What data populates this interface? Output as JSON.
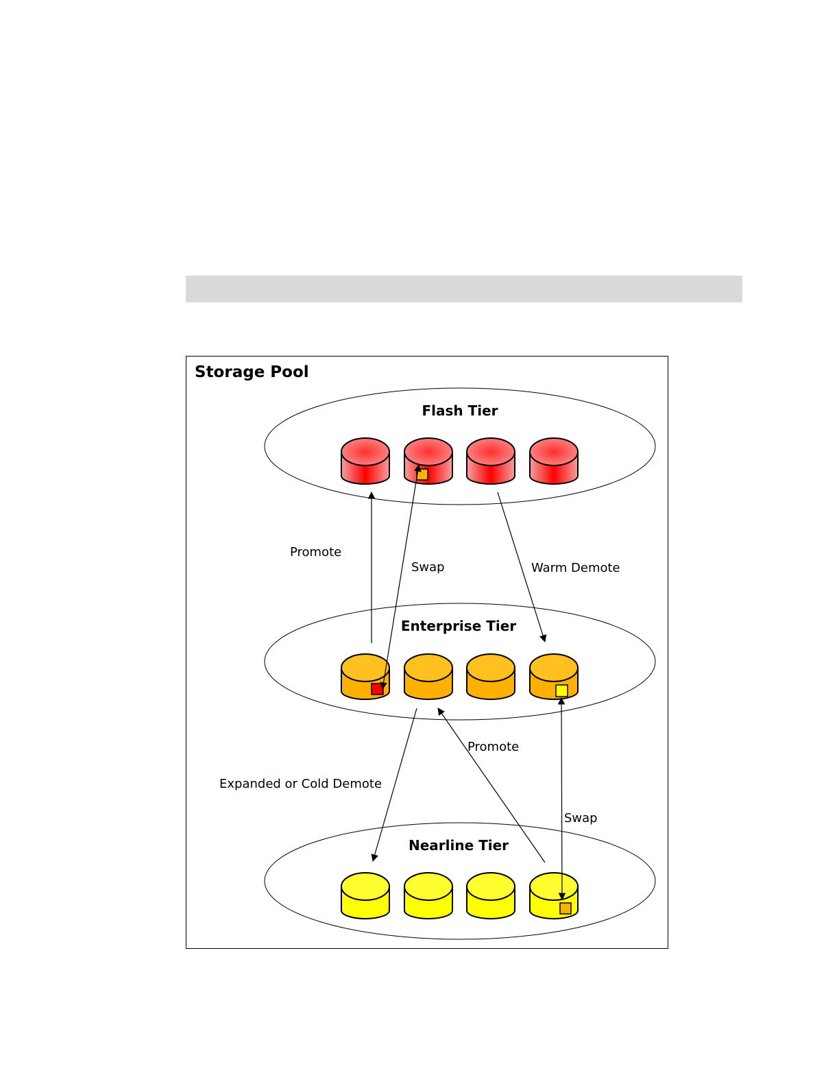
{
  "diagram": {
    "title": "Storage Pool",
    "tiers": [
      {
        "name": "Flash Tier",
        "color": "#ff0000",
        "light": "#ffd0d0",
        "dark": "#b00000"
      },
      {
        "name": "Enterprise Tier",
        "color": "#ffb000",
        "light": "#ffe090",
        "dark": "#e89a00"
      },
      {
        "name": "Nearline Tier",
        "color": "#ffff00",
        "light": "#ffff80",
        "dark": "#f0f000"
      }
    ],
    "arrows": [
      {
        "label": "Promote",
        "from": "Enterprise Tier",
        "to": "Flash Tier"
      },
      {
        "label": "Swap",
        "from": "Enterprise Tier",
        "to": "Flash Tier",
        "bidirectional": true
      },
      {
        "label": "Warm Demote",
        "from": "Flash Tier",
        "to": "Enterprise Tier"
      },
      {
        "label": "Expanded or Cold Demote",
        "from": "Enterprise Tier",
        "to": "Nearline Tier"
      },
      {
        "label": "Promote",
        "from": "Nearline Tier",
        "to": "Enterprise Tier"
      },
      {
        "label": "Swap",
        "from": "Nearline Tier",
        "to": "Enterprise Tier",
        "bidirectional": true
      }
    ],
    "extent_colors": {
      "flash": "#ff0000",
      "enterprise": "#ffb000",
      "nearline": "#ffff00"
    }
  }
}
